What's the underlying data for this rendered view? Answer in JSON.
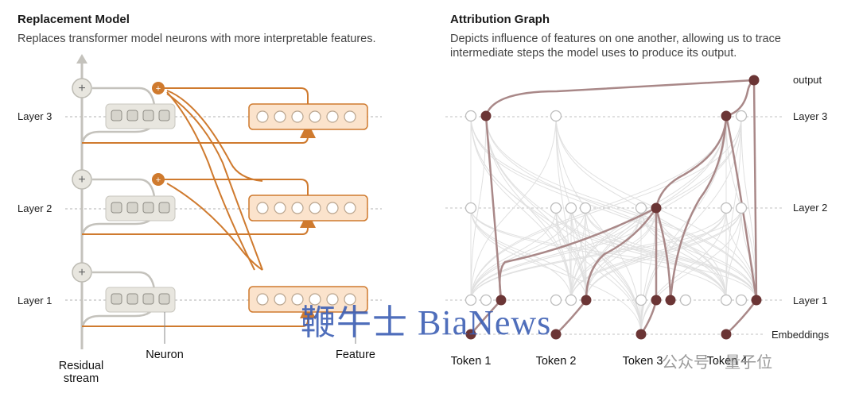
{
  "left_panel": {
    "title": "Replacement Model",
    "subtitle": "Replaces transformer model neurons with more interpretable features.",
    "layers": [
      "Layer 3",
      "Layer 2",
      "Layer 1"
    ],
    "labels": {
      "residual_stream": [
        "Residual",
        "stream"
      ],
      "neuron": "Neuron",
      "feature": "Feature"
    },
    "colors": {
      "feature": "#cf7a2e",
      "feature_fill": "#fbe3cc",
      "neuron_fill": "#e8e6df",
      "stream": "#c4c2bc"
    }
  },
  "right_panel": {
    "title": "Attribution Graph",
    "subtitle_lines": [
      "Depicts influence of features on one another, allowing us to trace",
      "intermediate steps the model uses to produce its output."
    ],
    "layers": [
      "Layer 3",
      "Layer 2",
      "Layer 1"
    ],
    "top_label": "output",
    "bottom_label": "Embeddings",
    "tokens": [
      "Token 1",
      "Token 2",
      "Token 3",
      "Token 4"
    ],
    "colors": {
      "active_node": "#6b3535",
      "edge": "#a98888",
      "faint_edge": "#e2e2e2"
    }
  },
  "watermarks": {
    "main": "鞭牛士 BiaNews",
    "corner": "公众号 · 量子位"
  }
}
